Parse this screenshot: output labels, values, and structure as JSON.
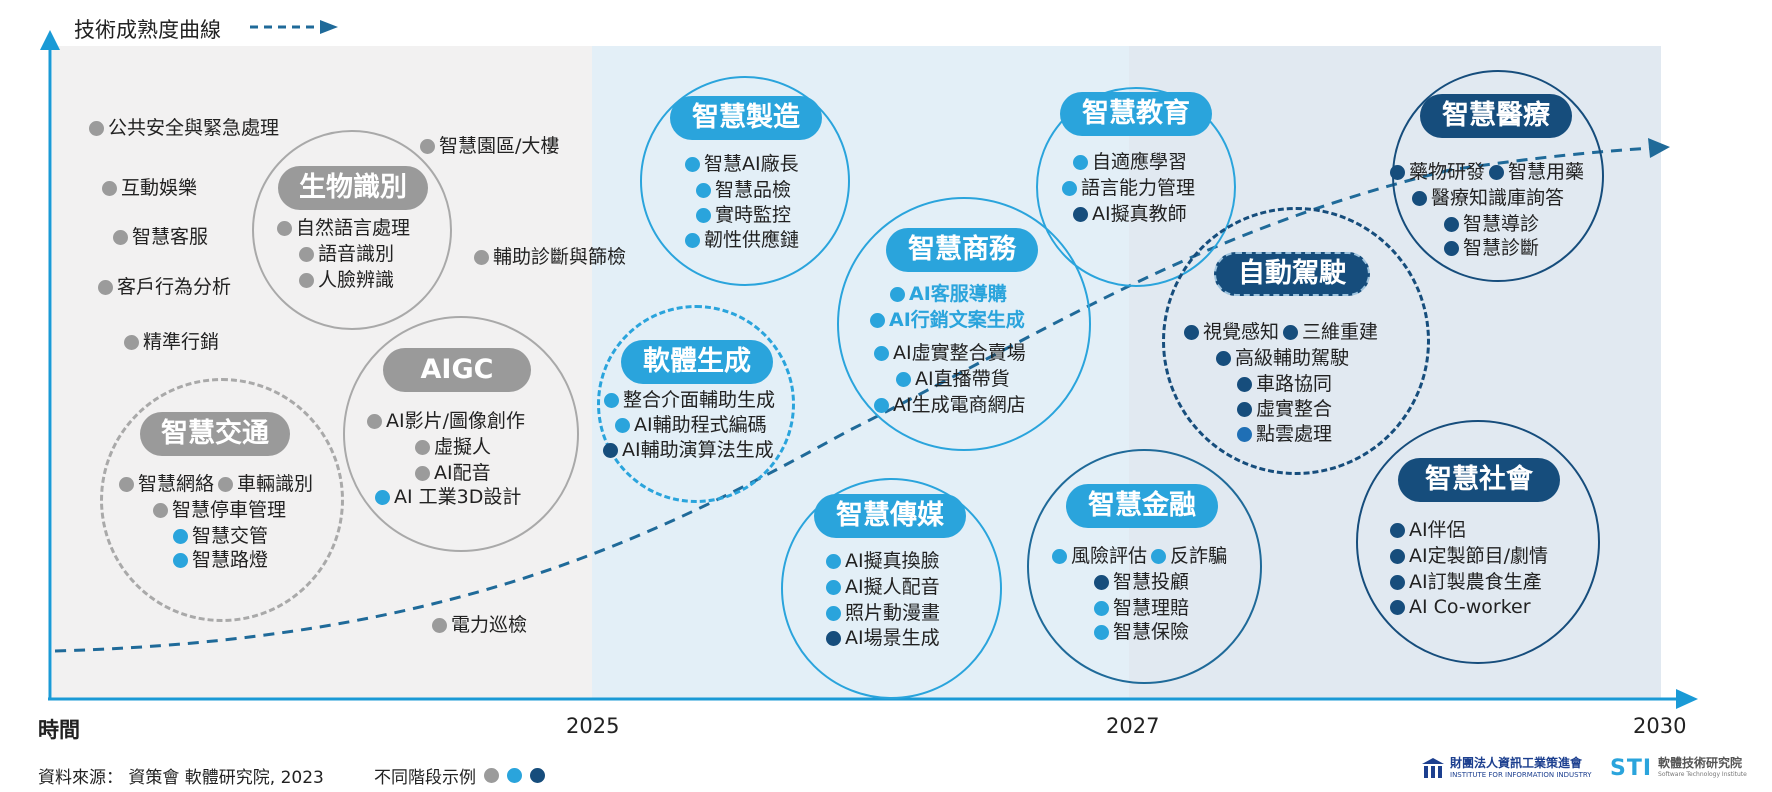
{
  "legend": {
    "curve_label": "技術成熟度曲線"
  },
  "axis": {
    "y_label": "時間",
    "years": [
      "2025",
      "2027",
      "2030"
    ]
  },
  "loose_items": {
    "public_safety": "公共安全與緊急處理",
    "interactive_ent": "互動娛樂",
    "smart_cs": "智慧客服",
    "customer_behavior": "客戶行為分析",
    "precision_marketing": "精準行銷",
    "smart_park": "智慧園區/大樓",
    "diag_screening": "輔助診斷與篩檢",
    "power_patrol": "電力巡檢"
  },
  "clusters": {
    "biometrics": {
      "title": "生物識別",
      "items": [
        "自然語言處理",
        "語音識別",
        "人臉辨識"
      ]
    },
    "aigc": {
      "title": "AIGC",
      "items": [
        "AI影片/圖像創作",
        "虛擬人",
        "AI配音",
        "AI 工業3D設計"
      ]
    },
    "traffic": {
      "title": "智慧交通",
      "items": [
        "智慧網絡",
        "車輛識別",
        "智慧停車管理",
        "智慧交管",
        "智慧路燈"
      ]
    },
    "software": {
      "title": "軟體生成",
      "items": [
        "整合介面輔助生成",
        "AI輔助程式編碼",
        "AI輔助演算法生成"
      ]
    },
    "manufacturing": {
      "title": "智慧製造",
      "items": [
        "智慧AI廠長",
        "智慧品檢",
        "實時監控",
        "韌性供應鏈"
      ]
    },
    "commerce": {
      "title": "智慧商務",
      "items": [
        "AI客服導購",
        "AI行銷文案生成",
        "AI虛實整合賣場",
        "AI直播帶貨",
        "AI生成電商網店"
      ]
    },
    "media": {
      "title": "智慧傳媒",
      "items": [
        "AI擬真換臉",
        "AI擬人配音",
        "照片動漫畫",
        "AI場景生成"
      ]
    },
    "education": {
      "title": "智慧教育",
      "items": [
        "自適應學習",
        "語言能力管理",
        "AI擬真教師"
      ]
    },
    "finance": {
      "title": "智慧金融",
      "items": [
        "風險評估",
        "反詐騙",
        "智慧投顧",
        "智慧理賠",
        "智慧保險"
      ]
    },
    "driving": {
      "title": "自動駕駛",
      "items": [
        "視覺感知",
        "三維重建",
        "高級輔助駕駛",
        "車路協同",
        "虛實整合",
        "點雲處理"
      ]
    },
    "medical": {
      "title": "智慧醫療",
      "items": [
        "藥物研發",
        "智慧用藥",
        "醫療知識庫詢答",
        "智慧導診",
        "智慧診斷"
      ]
    },
    "society": {
      "title": "智慧社會",
      "items": [
        "AI伴侶",
        "AI定製節目/劇情",
        "AI訂製農食生產",
        "AI Co-worker"
      ]
    }
  },
  "footer": {
    "source": "資料來源： 資策會 軟體研究院, 2023",
    "stage_legend": "不同階段示例",
    "org1_name": "財團法人資訊工業策進會",
    "org1_en": "INSTITUTE FOR INFORMATION INDUSTRY",
    "org2_name": "軟體技術研究院",
    "org2_en": "Software Technology Institute",
    "org2_mark": "STI"
  },
  "colors": {
    "stage_early": "#9b9b9b",
    "stage_mid": "#2aa4dc",
    "stage_late": "#164d7c",
    "curve": "#1f6a99"
  }
}
